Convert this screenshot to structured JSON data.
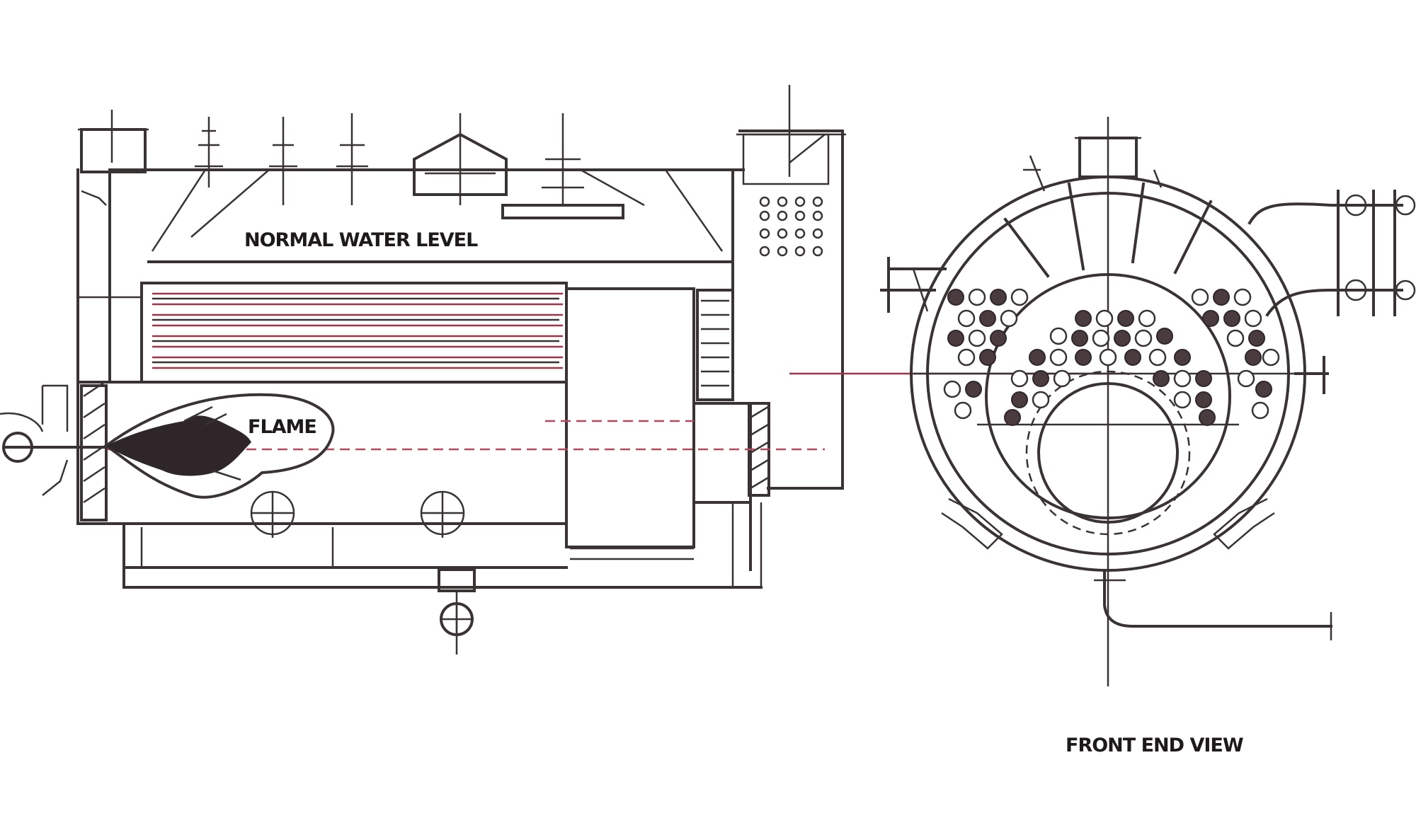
{
  "labels": {
    "normal_water_level": "NORMAL WATER LEVEL",
    "flame": "FLAME",
    "front_end_view": "FRONT END VIEW"
  },
  "colors": {
    "ink": "#3a3333",
    "red_line": "#9e3548",
    "background": "#ffffff"
  }
}
